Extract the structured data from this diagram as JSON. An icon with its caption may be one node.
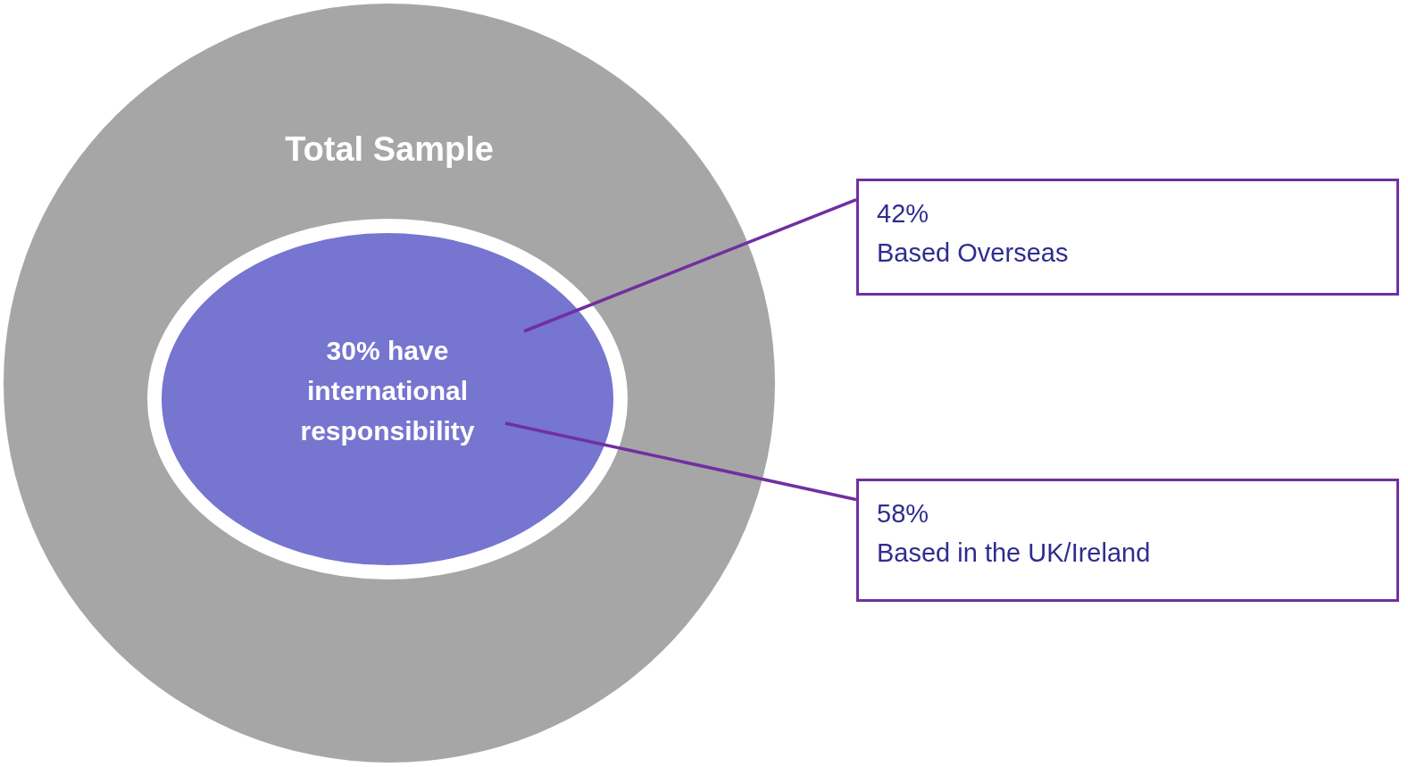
{
  "diagram": {
    "nodes": [
      {
        "text": [
          "Total Sample"
        ]
      },
      {
        "text": [
          "30% have international responsibility"
        ],
        "in": 0
      },
      {
        "text": [
          "42%",
          "Based Overseas"
        ]
      },
      {
        "text": [
          "58%",
          "Based in the UK/Ireland"
        ]
      }
    ],
    "edges": [
      {
        "from": 1,
        "to": 2,
        "arrow": "none"
      },
      {
        "from": 1,
        "to": 3,
        "arrow": "none"
      }
    ]
  }
}
